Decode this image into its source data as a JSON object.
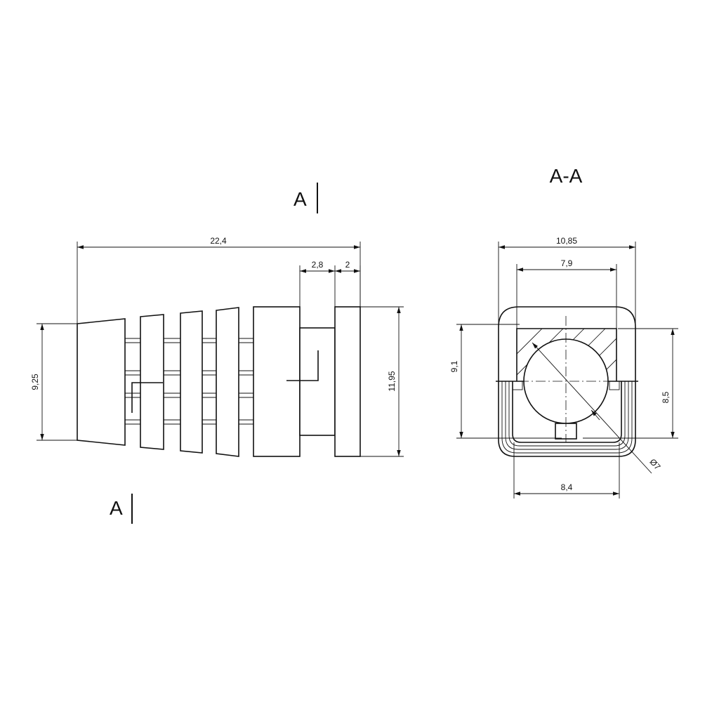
{
  "section_labels": {
    "top_marker": "A",
    "bottom_marker": "A",
    "section_title": "A-A"
  },
  "dimensions": {
    "overall_length": "22,4",
    "neck_length": "2,8",
    "flange_thickness": "2",
    "tip_height": "9,25",
    "flange_height": "11,95",
    "outer_width": "10,85",
    "inner_width": "7,9",
    "left_height": "9,1",
    "right_height": "8,5",
    "bore_diameter": "Ø7",
    "bottom_width": "8,4"
  }
}
